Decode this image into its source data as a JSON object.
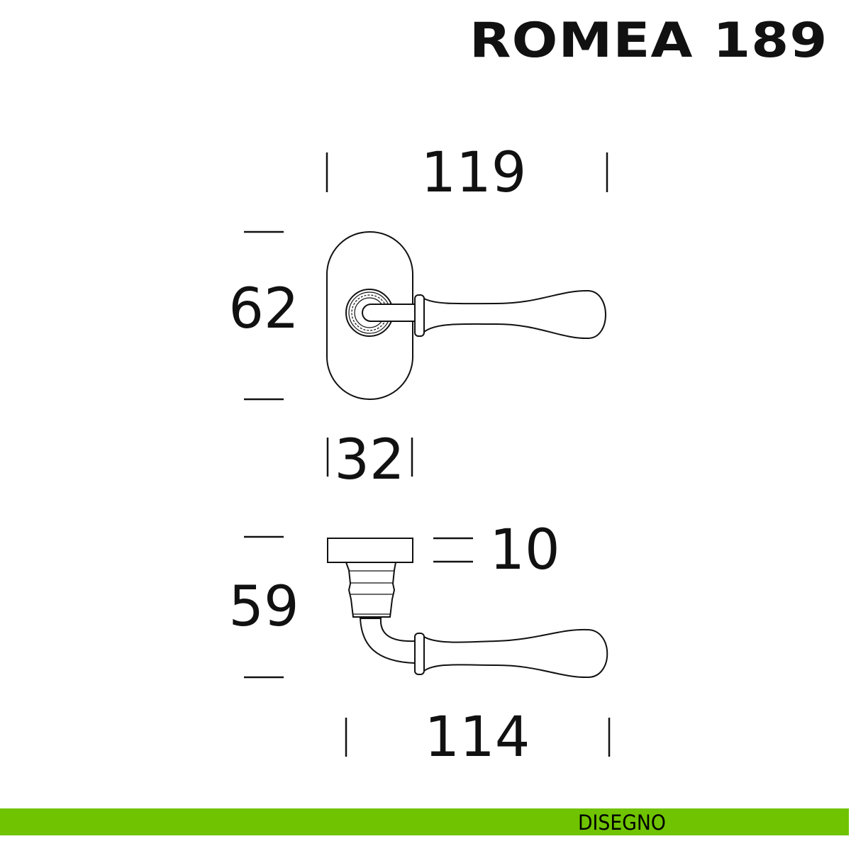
{
  "header": {
    "title": "ROMEA 189"
  },
  "dimensions": {
    "rose_lever_length": "119",
    "rose_height": "62",
    "rose_width": "32",
    "rose_thickness": "10",
    "projection": "59",
    "lever_length": "114"
  },
  "footer": {
    "label": "DISEGNO",
    "color": "#6fc300"
  }
}
